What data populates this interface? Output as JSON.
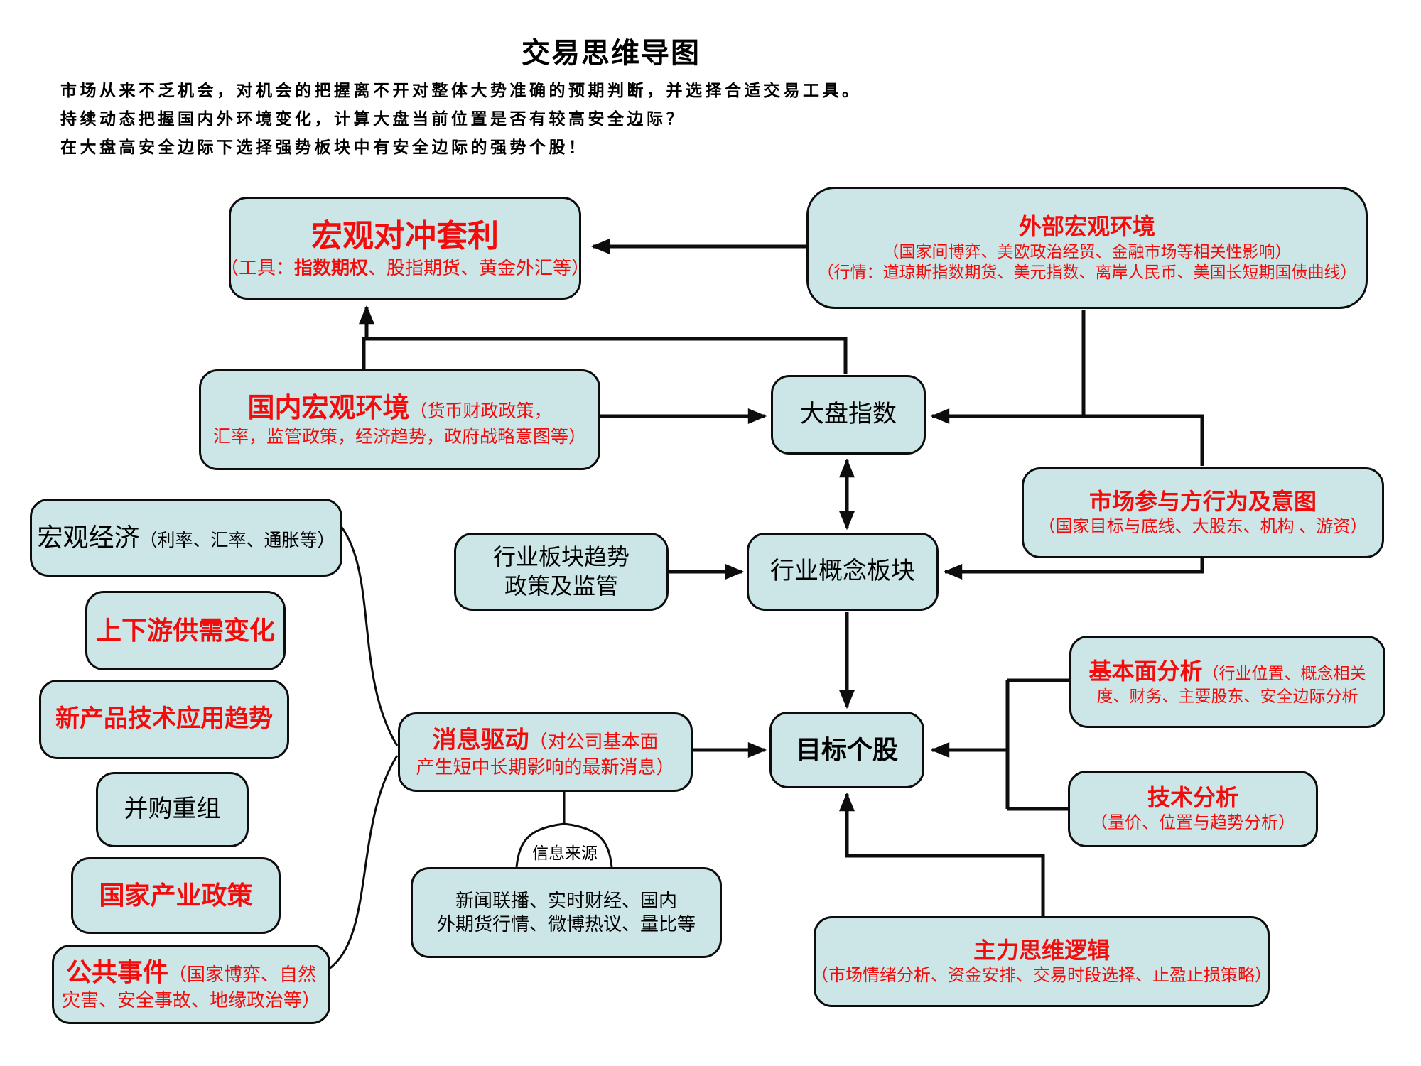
{
  "title": "交易思维导图",
  "intro_lines": [
    "市场从来不乏机会，对机会的把握离不开对整体大势准确的预期判断，并选择合适交易工具。",
    "持续动态把握国内外环境变化，计算大盘当前位置是否有较高安全边际？",
    "在大盘高安全边际下选择强势板块中有安全边际的强势个股！"
  ],
  "colors": {
    "box_fill": "#cce6e8",
    "box_border": "#0d0d0d",
    "red_text": "#f20c0c",
    "black_text": "#000000"
  },
  "nodes": {
    "hedge": {
      "title": "宏观对冲套利",
      "sub_prefix": "（工具：",
      "sub_bold": "指数期权",
      "sub_rest": "、股指期货、黄金外汇等）"
    },
    "external_macro": {
      "title": "外部宏观环境",
      "line2": "（国家间博弈、美欧政治经贸、金融市场等相关性影响）",
      "line3": "（行情：道琼斯指数期货、美元指数、离岸人民币、美国长短期国债曲线）"
    },
    "domestic_macro": {
      "title": "国内宏观环境",
      "inline": "（货币财政政策，",
      "line2": "汇率，监管政策，经济趋势，政府战略意图等）"
    },
    "market_index": {
      "label": "大盘指数"
    },
    "participants": {
      "title": "市场参与方行为及意图",
      "line2": "（国家目标与底线、大股东、机构 、游资）"
    },
    "sector_policy": {
      "line1": "行业板块趋势",
      "line2": "政策及监管"
    },
    "sector_board": {
      "label": "行业概念板块"
    },
    "macro_econ": {
      "title": "宏观经济",
      "inline": "（利率、汇率、通胀等）"
    },
    "supply_demand": {
      "label": "上下游供需变化"
    },
    "new_tech": {
      "label": "新产品技术应用趋势"
    },
    "ma_restructure": {
      "label": "并购重组"
    },
    "industry_policy": {
      "label": "国家产业政策"
    },
    "public_events": {
      "title": "公共事件",
      "inline": "（国家博弈、自然",
      "line2": "灾害、安全事故、地缘政治等）"
    },
    "news_driven": {
      "title": "消息驱动",
      "inline": "（对公司基本面",
      "line2": "产生短中长期影响的最新消息）"
    },
    "target_stock": {
      "label": "目标个股"
    },
    "fundamental": {
      "title": "基本面分析",
      "inline": "（行业位置、概念相关",
      "line2": "度、财务、主要股东、安全边际分析"
    },
    "technical": {
      "title": "技术分析",
      "line2": "（量价、位置与趋势分析）"
    },
    "info_sources_label": "信息来源",
    "news_sources": {
      "line1": "新闻联播、实时财经、国内",
      "line2": "外期货行情、微博热议、量比等"
    },
    "main_force": {
      "title": "主力思维逻辑",
      "line2": "（市场情绪分析、资金安排、交易时段选择、止盈止损策略）"
    }
  }
}
